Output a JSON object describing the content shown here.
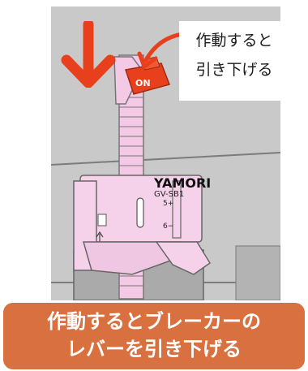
{
  "callout": {
    "line1": "作動すると",
    "line2": "引き下げる"
  },
  "banner": {
    "line1": "作動するとブレーカーの",
    "line2": "レバーを引き下げる"
  },
  "device": {
    "brand": "YAMORI",
    "model": "GV-SB1",
    "scale_top": "5+",
    "scale_bottom": "6−",
    "switch_label": "ON"
  },
  "colors": {
    "photo_bg": "#c9c9c9",
    "accent_red": "#e8401c",
    "device_pink": "#f3c9e6",
    "banner_orange": "#d87040"
  }
}
